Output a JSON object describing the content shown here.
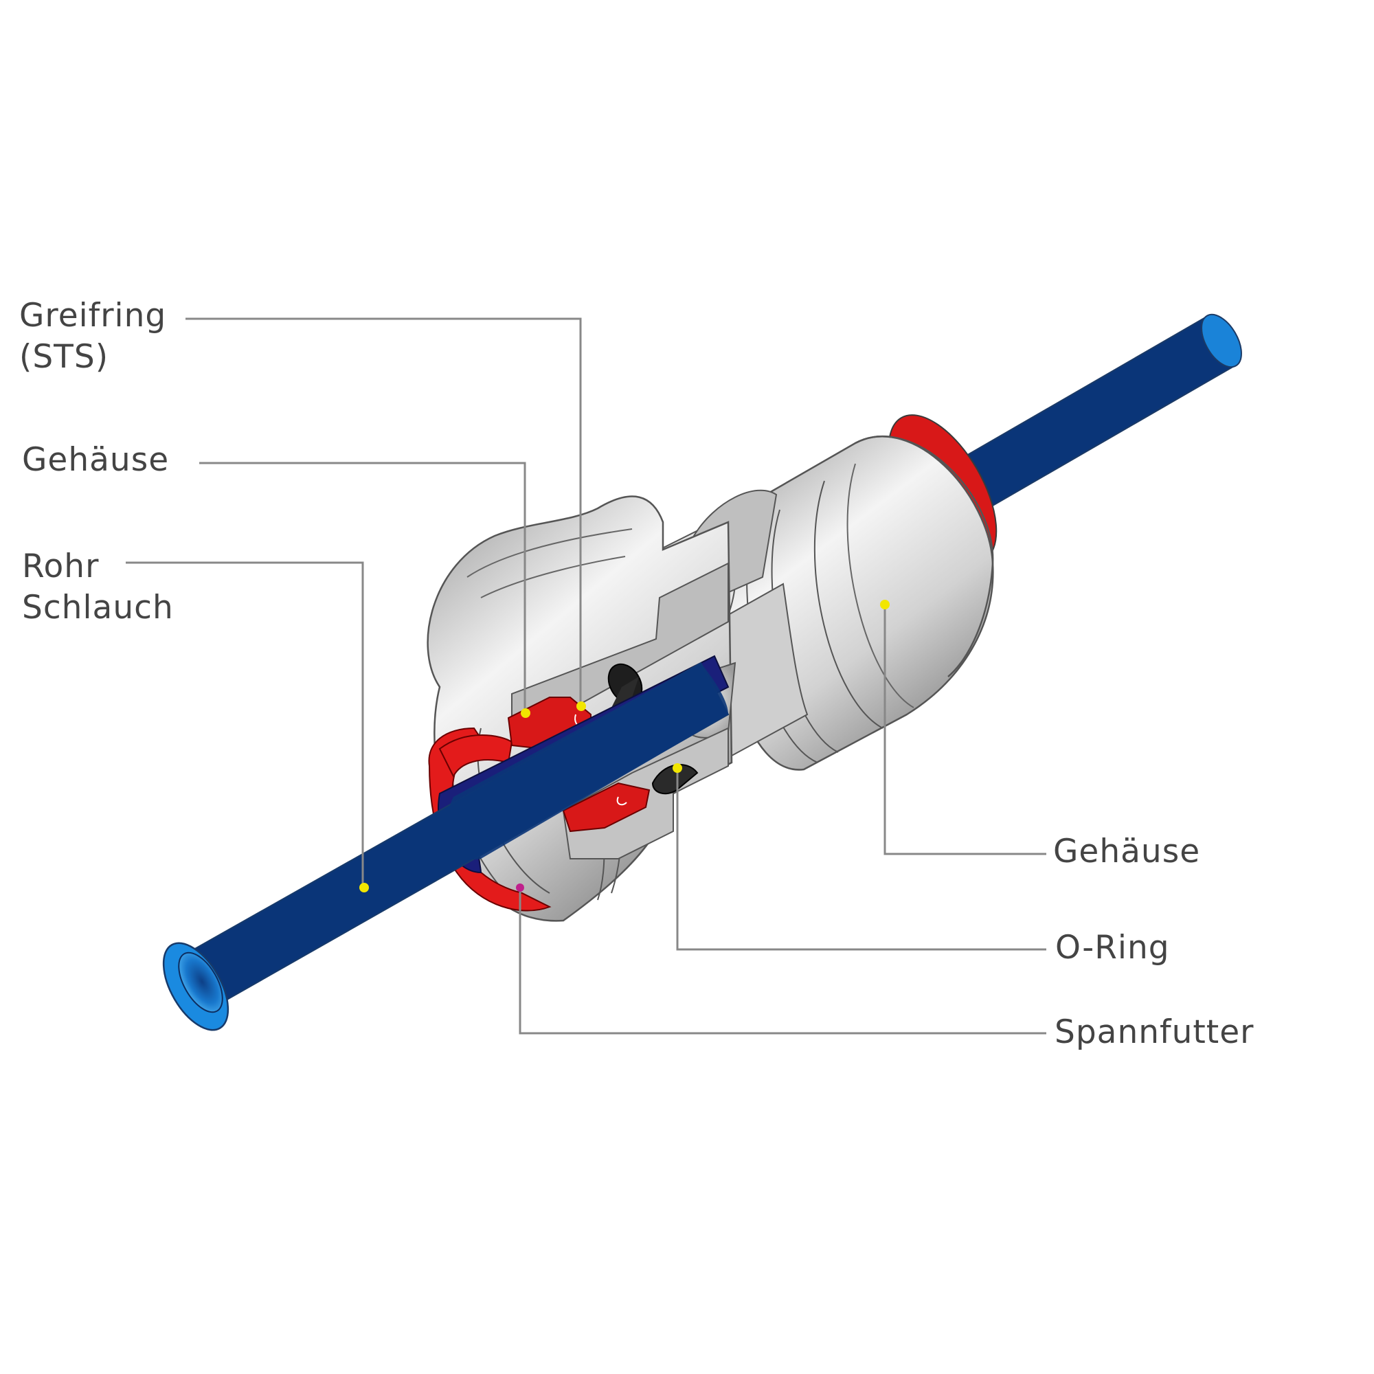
{
  "labels": {
    "greifring": {
      "line1": "Greifring",
      "line2": "(STS)"
    },
    "gehaeuse_left": "Gehäuse",
    "rohr": {
      "line1": "Rohr",
      "line2": "Schlauch"
    },
    "gehaeuse_right": "Gehäuse",
    "oring": "O-Ring",
    "spannfutter": "Spannfutter"
  },
  "colors": {
    "tube_blue": "#1e88dc",
    "tube_blue_dark": "#0d4f9c",
    "tube_inner_navy": "#1a1f7a",
    "body_gray": "#d6d6d6",
    "collet_red": "#e01e1e",
    "oring_black": "#222222",
    "leader_line": "#888888",
    "marker_yellow": "#f2e600",
    "marker_magenta": "#c0208c",
    "text": "#444444"
  }
}
